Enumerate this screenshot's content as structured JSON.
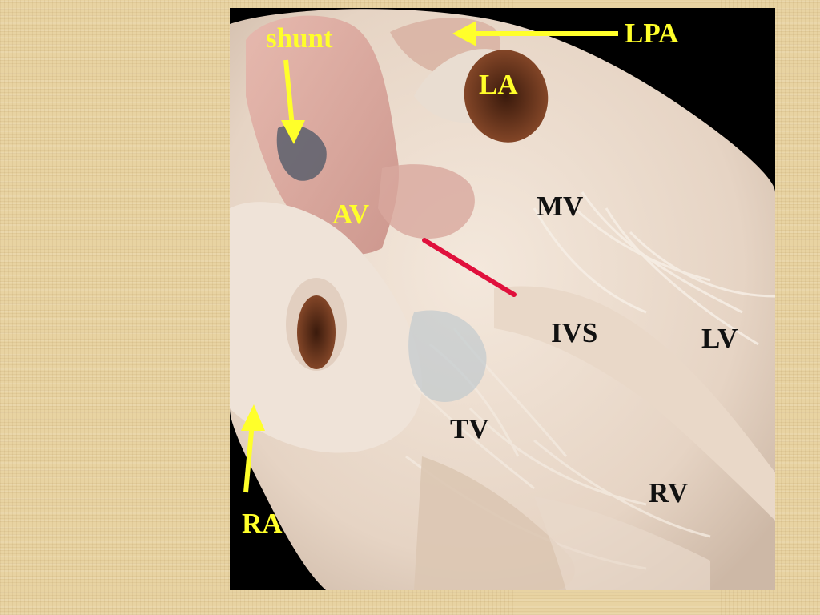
{
  "labels": {
    "shunt": "shunt",
    "lpa": "LPA",
    "la": "LA",
    "av": "AV",
    "mv": "MV",
    "ivs": "IVS",
    "lv": "LV",
    "tv": "TV",
    "rv": "RV",
    "ra": "RA"
  },
  "colors": {
    "label_yellow": "#ffff2a",
    "label_dark": "#111111",
    "marker_red": "#e0103c",
    "photo_background": "#000000",
    "slide_background": "#e8d3a2"
  },
  "image": {
    "subject": "dissected heart specimen"
  }
}
